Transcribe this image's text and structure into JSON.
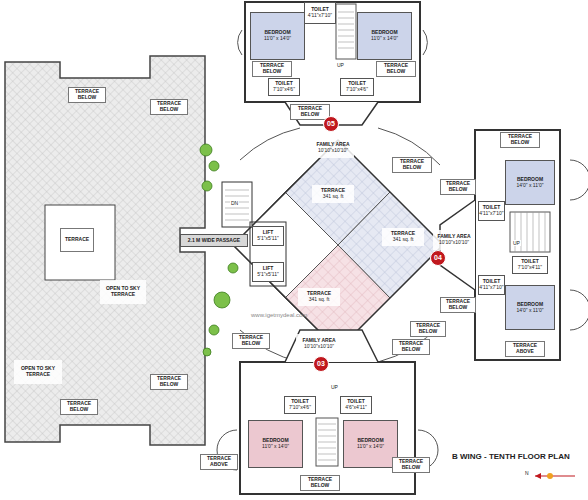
{
  "diagram": {
    "title": "B WING - TENTH FLOOR PLAN",
    "nodes": [
      {
        "text": [
          "BEDROOM",
          "11'0\" x 14'0\""
        ]
      },
      {
        "text": [
          "BEDROOM",
          "11'0\" x 14'0\""
        ]
      },
      {
        "text": [
          "TOILET",
          "4'11\"x7'10\""
        ]
      },
      {
        "text": [
          "TOILET",
          "7'10\"x4'6\""
        ]
      },
      {
        "text": [
          "TOILET",
          "7'10\"x4'6\""
        ]
      },
      {
        "text": [
          "TERRACE BELOW"
        ]
      },
      {
        "text": [
          "TERRACE BELOW"
        ]
      },
      {
        "text": [
          "TERRACE BELOW"
        ]
      },
      {
        "text": [
          "FAMILY AREA",
          "10'10\"x10'10\""
        ]
      },
      {
        "text": [
          "05"
        ]
      },
      {
        "text": [
          "TERRACE",
          "341 sq. ft"
        ]
      },
      {
        "text": [
          "TERRACE",
          "341 sq. ft"
        ]
      },
      {
        "text": [
          "TERRACE",
          "341 sq. ft"
        ]
      },
      {
        "text": [
          "TERRACE BELOW"
        ]
      },
      {
        "text": [
          "TERRACE BELOW"
        ]
      },
      {
        "text": [
          "BEDROOM",
          "14'0\" x 11'0\""
        ]
      },
      {
        "text": [
          "TOILET",
          "4'11\"x7'10\""
        ]
      },
      {
        "text": [
          "TERRACE BELOW"
        ]
      },
      {
        "text": [
          "FAMILY AREA",
          "10'10\"x10'10\""
        ]
      },
      {
        "text": [
          "04"
        ]
      },
      {
        "text": [
          "TOILET",
          "7'10\"x4'11\""
        ]
      },
      {
        "text": [
          "TOILET",
          "4'11\"x7'10\""
        ]
      },
      {
        "text": [
          "TERRACE BELOW"
        ]
      },
      {
        "text": [
          "BEDROOM",
          "14'0\" x 11'0\""
        ]
      },
      {
        "text": [
          "TERRACE BELOW"
        ]
      },
      {
        "text": [
          "TERRACE ABOVE"
        ]
      },
      {
        "text": [
          "FAMILY AREA",
          "10'10\"x10'10\""
        ]
      },
      {
        "text": [
          "03"
        ]
      },
      {
        "text": [
          "TERRACE BELOW"
        ]
      },
      {
        "text": [
          "TOILET",
          "7'10\"x4'6\""
        ]
      },
      {
        "text": [
          "TOILET",
          "4'6\"x4'11\""
        ]
      },
      {
        "text": [
          "BEDROOM",
          "11'0\" x 14'0\""
        ]
      },
      {
        "text": [
          "BEDROOM",
          "11'0\" x 14'0\""
        ]
      },
      {
        "text": [
          "TERRACE ABOVE"
        ]
      },
      {
        "text": [
          "TERRACE BELOW"
        ]
      },
      {
        "text": [
          "TERRACE BELOW"
        ]
      },
      {
        "text": [
          "TERRACE BELOW"
        ]
      },
      {
        "text": [
          "LIFT",
          "5'1\"x5'11\""
        ]
      },
      {
        "text": [
          "LIFT",
          "5'1\"x5'11\""
        ]
      },
      {
        "text": [
          "2.1 M WIDE PASSAGE"
        ]
      },
      {
        "text": [
          "TERRACE BELOW"
        ]
      },
      {
        "text": [
          "TERRACE BELOW"
        ]
      },
      {
        "text": [
          "TERRACE"
        ]
      },
      {
        "text": [
          "OPEN TO SKY TERRACE"
        ]
      },
      {
        "text": [
          "OPEN TO SKY TERRACE"
        ]
      },
      {
        "text": [
          "TERRACE BELOW"
        ]
      },
      {
        "text": [
          "TERRACE BELOW"
        ]
      }
    ],
    "labels": [
      "UP",
      "UP",
      "UP",
      "DN",
      "N",
      "www.igetmydeal.com"
    ]
  }
}
